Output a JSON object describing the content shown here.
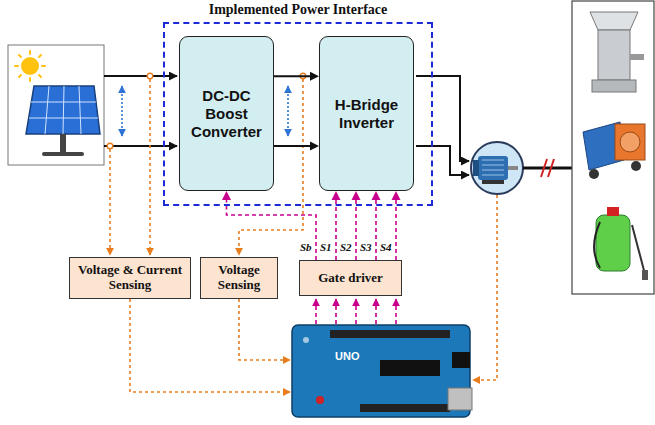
{
  "diagram": {
    "nodes": [
      {
        "text": [
          "Implemented Power Interface"
        ]
      },
      {
        "text": [
          "DC-DC Boost Converter"
        ],
        "in": 0
      },
      {
        "text": [
          "H-Bridge Inverter"
        ],
        "in": 0
      },
      {
        "text": [
          "Voltage & Current Sensing"
        ]
      },
      {
        "text": [
          "Voltage Sensing"
        ]
      },
      {
        "text": [
          "Gate driver"
        ]
      }
    ],
    "edges": [
      {
        "from": 1,
        "to": 2,
        "arrow": "to"
      },
      {
        "from": 1,
        "to": 2,
        "arrow": "to"
      },
      {
        "from": 5,
        "to": 1,
        "arrow": "to"
      },
      {
        "from": 5,
        "to": 2,
        "arrow": "to"
      },
      {
        "from": 5,
        "to": 2,
        "arrow": "to"
      },
      {
        "from": 5,
        "to": 2,
        "arrow": "to"
      },
      {
        "from": 5,
        "to": 2,
        "arrow": "to"
      }
    ],
    "labels": [
      "Sb",
      "S1",
      "S2",
      "S3",
      "S4",
      "UNO"
    ]
  }
}
